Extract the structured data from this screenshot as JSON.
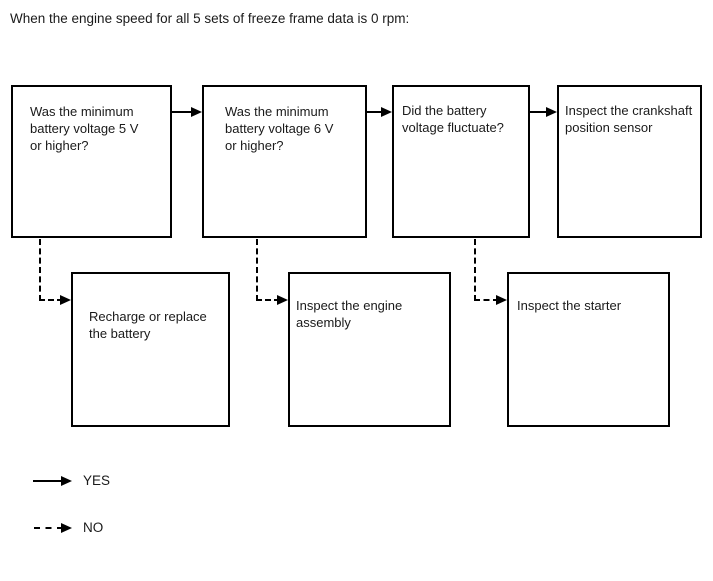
{
  "title": "When the engine speed for all 5 sets of freeze frame data is 0 rpm:",
  "boxes": {
    "battery_5v": "Was the minimum\nbattery voltage 5 V\nor higher?",
    "battery_6v": "Was the minimum\nbattery voltage 6 V\nor higher?",
    "voltage_fluctuate": "Did the battery\nvoltage fluctuate?",
    "crankshaft_sensor": "Inspect the crankshaft\nposition sensor",
    "recharge_battery": "Recharge or replace\nthe battery",
    "engine_assembly": "Inspect the engine\nassembly",
    "inspect_starter": "Inspect the starter"
  },
  "connections": [
    {
      "from": "battery_5v",
      "to": "battery_6v",
      "answer": "YES",
      "style": "solid"
    },
    {
      "from": "battery_5v",
      "to": "recharge_battery",
      "answer": "NO",
      "style": "dashed"
    },
    {
      "from": "battery_6v",
      "to": "voltage_fluctuate",
      "answer": "YES",
      "style": "solid"
    },
    {
      "from": "battery_6v",
      "to": "engine_assembly",
      "answer": "NO",
      "style": "dashed"
    },
    {
      "from": "voltage_fluctuate",
      "to": "crankshaft_sensor",
      "answer": "YES",
      "style": "solid"
    },
    {
      "from": "voltage_fluctuate",
      "to": "inspect_starter",
      "answer": "NO",
      "style": "dashed"
    }
  ],
  "legend": {
    "yes": "YES",
    "no": "NO"
  },
  "colors": {
    "line": "#000000",
    "background": "#ffffff",
    "text": "#1a1a1a"
  }
}
